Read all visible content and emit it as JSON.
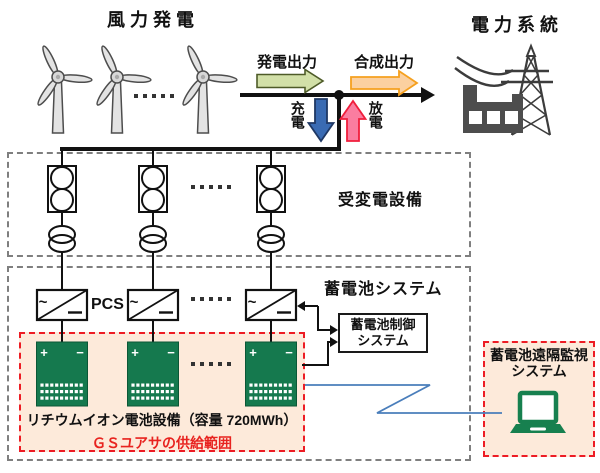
{
  "diagram": {
    "wind_title": "風力発電",
    "grid_title": "電力系統",
    "flow_generation": "発電出力",
    "flow_combined": "合成出力",
    "flow_charge": "充電",
    "flow_discharge": "放電",
    "substation_title": "受変電設備",
    "battery_system_title": "蓄電池システム",
    "pcs_label": "PCS",
    "ac_symbol": "~",
    "battery_plus": "+",
    "battery_minus": "−",
    "control_system_line1": "蓄電池制御",
    "control_system_line2": "システム",
    "remote_line1": "蓄電池遠隔監視",
    "remote_line2": "システム",
    "battery_caption": "リチウムイオン電池設備（容量 720MWh）",
    "supply_scope": "ＧＳユアサの供給範囲"
  },
  "colors": {
    "generation_arrow_fill": "#d2e0a8",
    "generation_arrow_stroke": "#4e5b28",
    "combined_arrow_fill": "#fbd0a0",
    "combined_arrow_stroke": "#f5a01e",
    "charge_arrow_fill": "#3a6bb3",
    "charge_arrow_stroke": "#1f3864",
    "discharge_arrow_fill": "#fa7da0",
    "discharge_arrow_stroke": "#f01e3c",
    "battery_green": "#15794e",
    "laptop_green": "#17804f",
    "supply_scope_red": "#e8231f",
    "red_dash_border": "#ed1c24",
    "gray_dash_border": "#7f7f7f",
    "peach_background": "#fdeada",
    "comm_link_blue": "#4a7ebb",
    "line_black": "#111111"
  }
}
